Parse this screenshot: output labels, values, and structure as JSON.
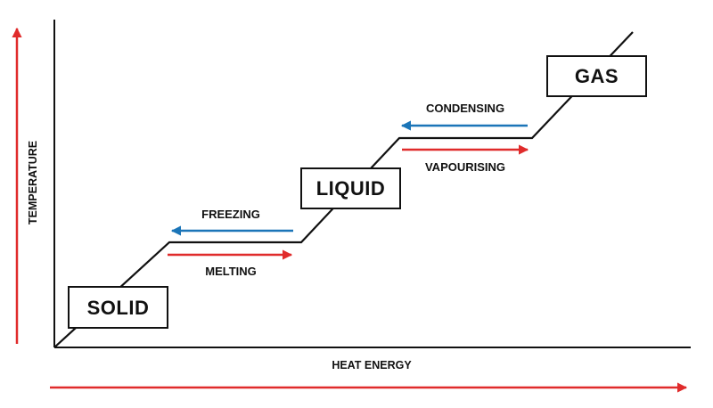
{
  "colors": {
    "red": "#e02b2b",
    "blue": "#1b75b8",
    "ink": "#111111"
  },
  "axes": {
    "x_label": "HEAT ENERGY",
    "y_label": "TEMPERATURE"
  },
  "phases": {
    "solid": "SOLID",
    "liquid": "LIQUID",
    "gas": "GAS"
  },
  "processes": {
    "freezing": "FREEZING",
    "melting": "MELTING",
    "condensing": "CONDENSING",
    "vapourising": "VAPOURISING"
  }
}
